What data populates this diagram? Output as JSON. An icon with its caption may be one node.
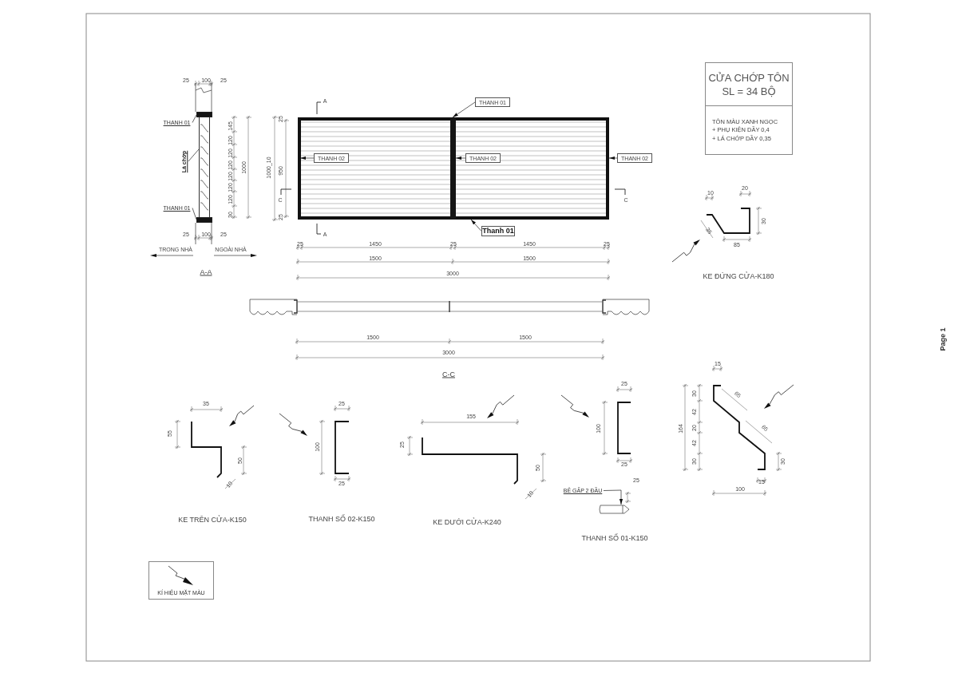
{
  "diagram": {
    "nodes": [
      {
        "text": [
          "CỬA CHỚP TÔN",
          "SL = 34 BỘ",
          "TÔN MÀU XANH NGỌC",
          "+ PHỤ KIỆN DẦY 0,4",
          "+ LÁ CHỚP DẦY 0,35"
        ]
      },
      {
        "text": [],
        "shape": "box"
      },
      {
        "text": [],
        "shape": "bar",
        "in": 1
      },
      {
        "text": [
          "THANH 01"
        ]
      },
      {
        "text": [
          "THANH 02"
        ],
        "in": 1
      },
      {
        "text": [
          "THANH 02"
        ],
        "in": 1
      },
      {
        "text": [
          "THANH 02"
        ]
      },
      {
        "text": [
          "Thanh 01"
        ]
      },
      {
        "text": [],
        "shape": "bar"
      },
      {
        "text": [],
        "shape": "box"
      },
      {
        "text": [],
        "shape": "bar"
      },
      {
        "text": [
          "THANH 01"
        ]
      },
      {
        "text": [
          "Lá chớp"
        ]
      },
      {
        "text": [
          "THANH 01"
        ]
      },
      {
        "text": [
          "BẺ GẤP 2 ĐẦU"
        ]
      },
      {
        "text": [],
        "shape": "picture"
      }
    ],
    "edges": [
      {
        "from": 3,
        "to": 2,
        "arrow": "to"
      },
      {
        "from": 4,
        "to": 1,
        "arrow": "to"
      },
      {
        "from": 5,
        "to": 2,
        "arrow": "to"
      },
      {
        "from": 6,
        "to": 1,
        "arrow": "to"
      },
      {
        "from": 7,
        "to": 1,
        "arrow": "to"
      },
      {
        "from": 11,
        "to": 8,
        "arrow": "none"
      },
      {
        "from": 12,
        "to": 9,
        "arrow": "none"
      },
      {
        "from": 13,
        "to": 10,
        "arrow": "none"
      },
      {
        "from": 14,
        "to": 15,
        "arrow": "to"
      }
    ],
    "labels": [
      "25",
      "100",
      "25",
      "145",
      "120",
      "120",
      "120",
      "120",
      "120",
      "120",
      "30",
      "1000",
      "25",
      "100",
      "25",
      "TRONG NHÀ",
      "NGOÀI NHÀ",
      "A-A",
      "A",
      "A",
      "C",
      "C",
      "25",
      "950",
      "25",
      "1000_10",
      "25",
      "1450",
      "25",
      "1450",
      "25",
      "1500",
      "1500",
      "3000",
      "1500",
      "1500",
      "3000",
      "C-C",
      "10",
      "20",
      "35",
      "30",
      "85",
      "KE ĐỨNG CỬA-K180",
      "35",
      "55",
      "50",
      "10",
      "KE TRÊN CỬA-K150",
      "25",
      "100",
      "25",
      "THANH SỐ 02-K150",
      "155",
      "25",
      "50",
      "10",
      "KE DƯỚI CỬA-K240",
      "25",
      "100",
      "25",
      "25",
      "THANH SỐ 01-K150",
      "15",
      "30",
      "42",
      "20",
      "42",
      "30",
      "164",
      "65",
      "65",
      "30",
      "15",
      "100",
      "Page 1"
    ],
    "legend": [
      {
        "text": "KÍ HIỆU MẶT MÀU"
      }
    ]
  }
}
